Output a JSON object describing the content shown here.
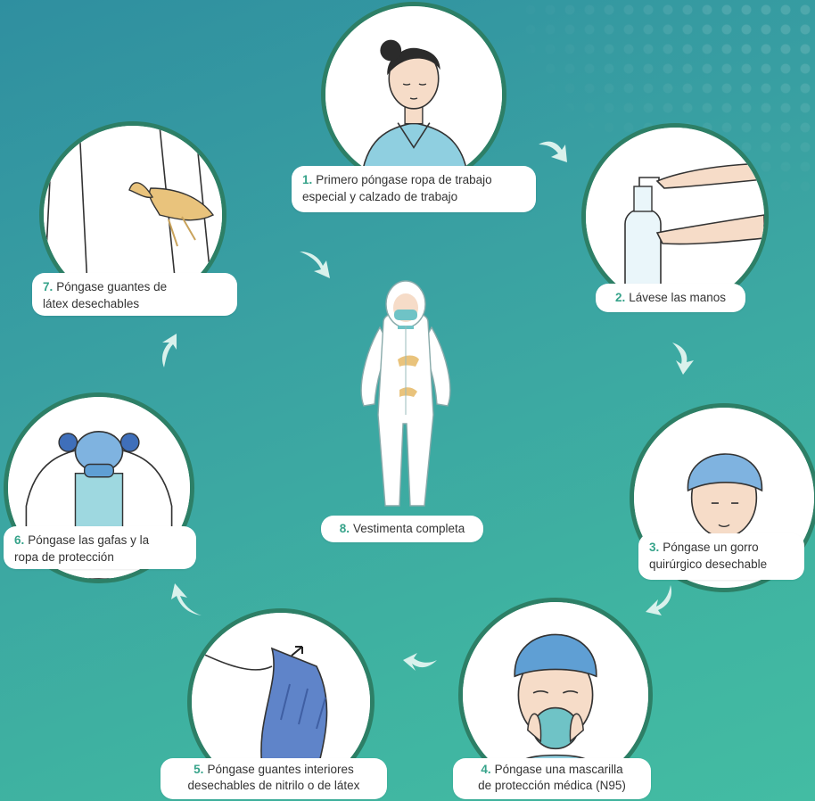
{
  "steps": [
    {
      "num": "1.",
      "text": "Primero póngase ropa de trabajo especial y calzado de trabajo",
      "line1": "Primero póngase ropa de trabajo",
      "line2": "especial y calzado de trabajo"
    },
    {
      "num": "2.",
      "text": "Lávese las manos"
    },
    {
      "num": "3.",
      "text": "Póngase un gorro quirúrgico desechable",
      "line1": "Póngase un gorro",
      "line2": "quirúrgico desechable"
    },
    {
      "num": "4.",
      "text": "Póngase una mascarilla de protección médica (N95)",
      "line1": "Póngase una mascarilla",
      "line2": "de protección médica (N95)"
    },
    {
      "num": "5.",
      "text": "Póngase guantes interiores desechables de nitrilo o de látex",
      "line1": "Póngase guantes interiores",
      "line2": "desechables de nitrilo o de látex"
    },
    {
      "num": "6.",
      "text": "Póngase las gafas y la ropa de protección",
      "line1": "Póngase las gafas y la",
      "line2": "ropa de protección"
    },
    {
      "num": "7.",
      "text": "Póngase guantes de látex desechables",
      "line1": "Póngase guantes de",
      "line2": "látex desechables"
    },
    {
      "num": "8.",
      "text": "Vestimenta completa"
    }
  ],
  "colors": {
    "accent_number": "#36a38a",
    "circle_border": "#2d7f66",
    "arrow": "#d9f1ec",
    "background_start": "#2f8fa0",
    "background_end": "#43bca3"
  },
  "icons": {
    "step1": "person-in-scrubs",
    "step2": "hand-washing-dispenser",
    "step3": "surgical-cap-head",
    "step4": "n95-mask-face",
    "step5": "blue-nitrile-gloves",
    "step6": "goggles-and-gown",
    "step7": "latex-gloves",
    "step8": "full-protective-suit"
  }
}
